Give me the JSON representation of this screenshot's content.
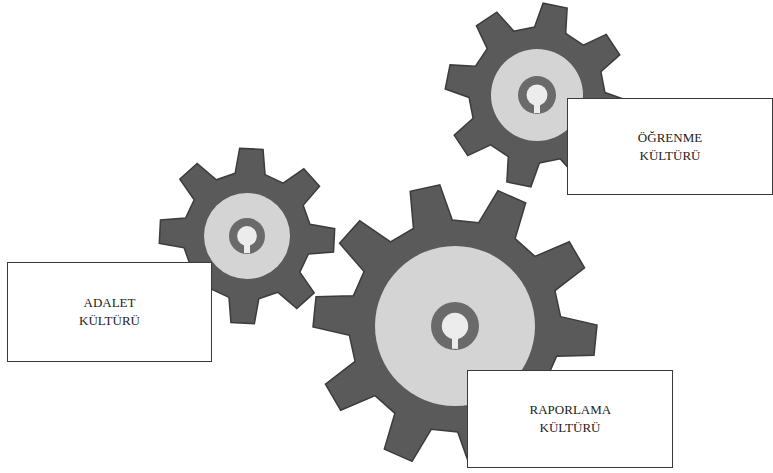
{
  "diagram": {
    "nodes": [
      {
        "text": [
          "ÖĞRENME KÜLTÜRÜ"
        ]
      },
      {
        "text": [
          "ADALET KÜLTÜRÜ"
        ]
      },
      {
        "text": [
          "RAPORLAMA KÜLTÜRÜ"
        ]
      }
    ]
  }
}
